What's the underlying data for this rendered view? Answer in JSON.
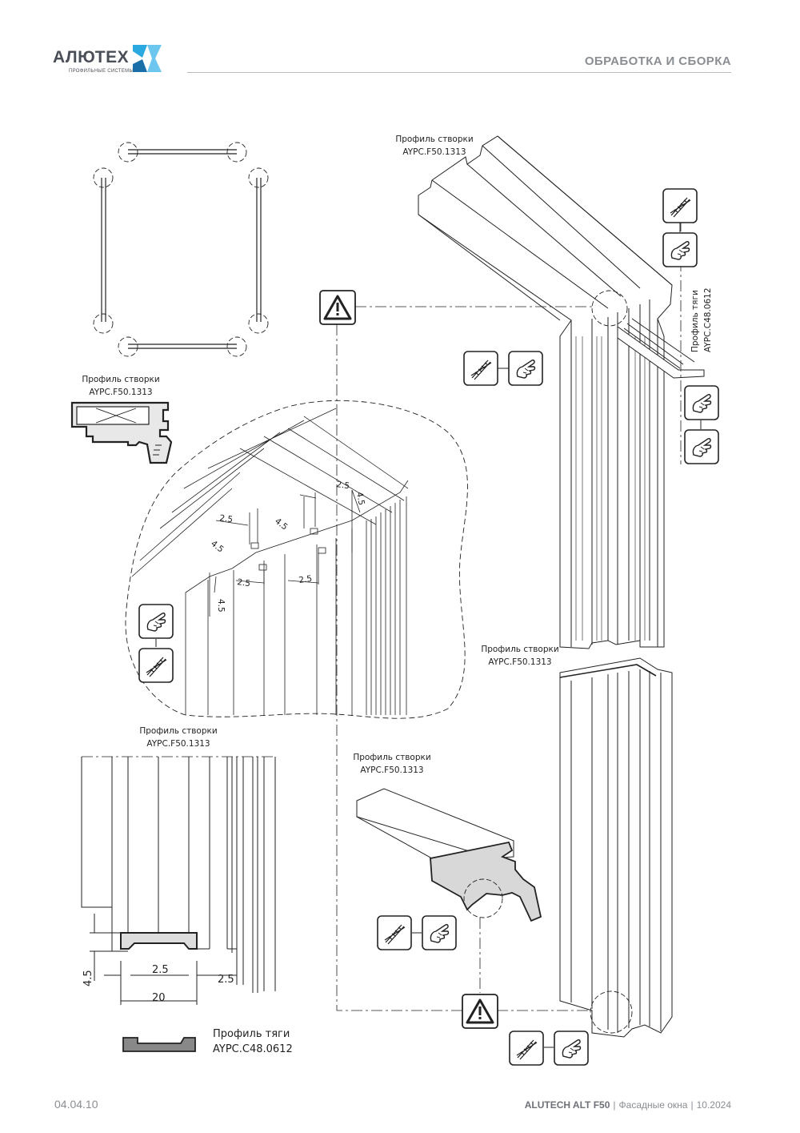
{
  "header": {
    "logo_text": "АЛЮТЕХ",
    "logo_subtitle": "ПРОФИЛЬНЫЕ СИСТЕМЫ",
    "title": "ОБРАБОТКА И СБОРКА",
    "brand_color": "#29a9e0"
  },
  "labels": {
    "sash_profile_name": "Профиль створки",
    "sash_profile_code": "AYPC.F50.1313",
    "rod_profile_name": "Профиль тяги",
    "rod_profile_code": "AYPC.C48.0612"
  },
  "dimensions": {
    "d_2_5": "2.5",
    "d_4_5": "4.5",
    "d_20": "20"
  },
  "icons": {
    "drill": "drill-icon",
    "hand": "hand-press-icon",
    "warning": "warning-icon",
    "force": "force-hand-icon"
  },
  "footer": {
    "page_number": "04.04.10",
    "brand": "ALUTECH ALT F50",
    "series": "Фасадные окна",
    "date": "10.2024"
  }
}
